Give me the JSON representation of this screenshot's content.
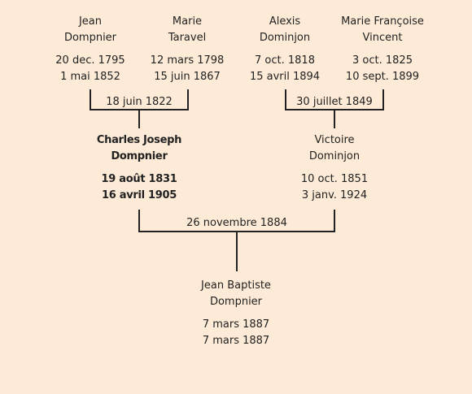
{
  "persons": {
    "gf_paternal": {
      "given": "Jean",
      "surname": "Dompnier",
      "birth": "20 dec. 1795",
      "death": "1 mai 1852"
    },
    "gm_paternal": {
      "given": "Marie",
      "surname": "Taravel",
      "birth": "12 mars 1798",
      "death": "15 juin 1867"
    },
    "gf_maternal": {
      "given": "Alexis",
      "surname": "Dominjon",
      "birth": "7 oct. 1818",
      "death": "15 avril 1894"
    },
    "gm_maternal": {
      "given": "Marie Françoise",
      "surname": "Vincent",
      "birth": "3 oct. 1825",
      "death": "10 sept. 1899"
    },
    "father": {
      "given": "Charles Joseph",
      "surname": "Dompnier",
      "birth": "19 août 1831",
      "death": "16 avril 1905"
    },
    "mother": {
      "given": "Victoire",
      "surname": "Dominjon",
      "birth": "10 oct. 1851",
      "death": "3 janv. 1924"
    },
    "child": {
      "given": "Jean Baptiste",
      "surname": "Dompnier",
      "birth": "7 mars 1887",
      "death": "7 mars 1887"
    }
  },
  "marriages": {
    "paternal": "18 juin 1822",
    "maternal": "30 juillet 1849",
    "parents": "26 novembre 1884"
  },
  "colors": {
    "background": "#fdebd7",
    "text": "#222222",
    "line": "#222222"
  }
}
